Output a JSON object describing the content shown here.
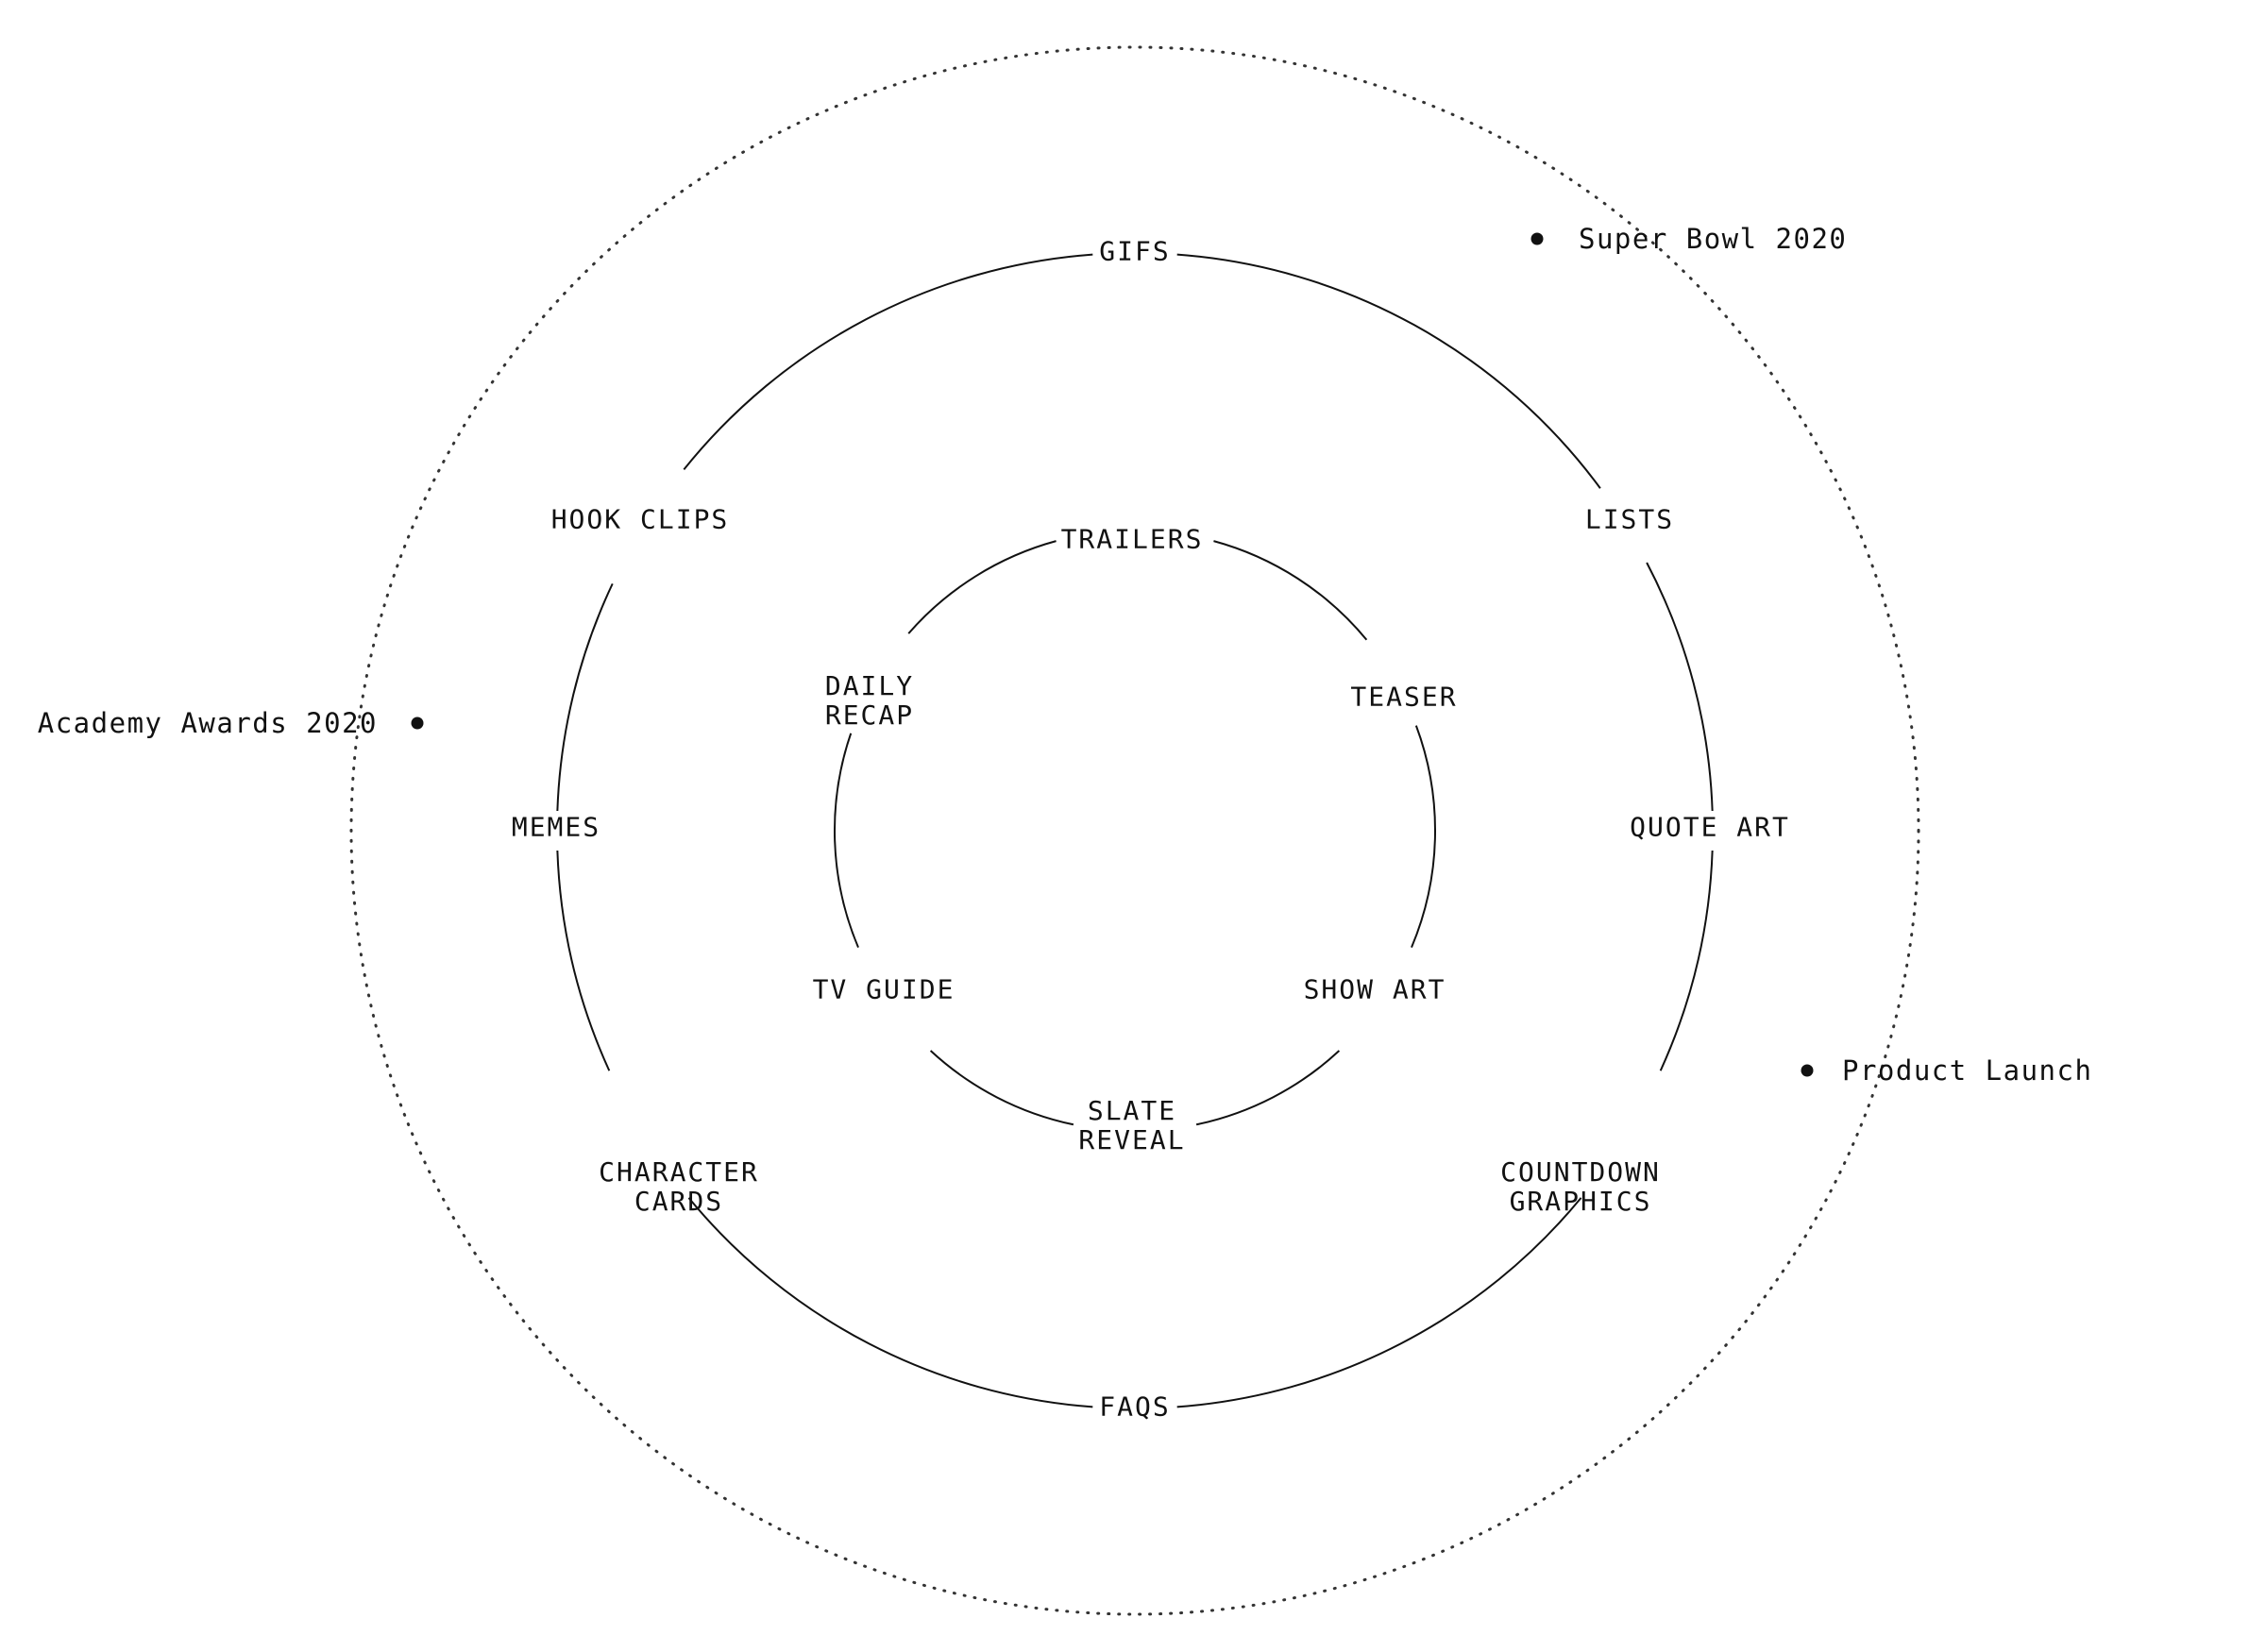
{
  "outer_ring": {
    "style": "dotted"
  },
  "events": [
    {
      "id": "super-bowl",
      "label": "Super Bowl 2020"
    },
    {
      "id": "academy-awards",
      "label": "Academy Awards 2020"
    },
    {
      "id": "product-launch",
      "label": "Product Launch"
    }
  ],
  "middle_ring": {
    "items": [
      {
        "id": "gifs",
        "lines": [
          "GIFS"
        ]
      },
      {
        "id": "lists",
        "lines": [
          "LISTS"
        ]
      },
      {
        "id": "quote-art",
        "lines": [
          "QUOTE ART"
        ]
      },
      {
        "id": "countdown-graphics",
        "lines": [
          "COUNTDOWN",
          "GRAPHICS"
        ]
      },
      {
        "id": "faqs",
        "lines": [
          "FAQS"
        ]
      },
      {
        "id": "character-cards",
        "lines": [
          "CHARACTER",
          "CARDS"
        ]
      },
      {
        "id": "memes",
        "lines": [
          "MEMES"
        ]
      },
      {
        "id": "hook-clips",
        "lines": [
          "HOOK CLIPS"
        ]
      }
    ]
  },
  "inner_ring": {
    "items": [
      {
        "id": "trailers",
        "lines": [
          "TRAILERS"
        ]
      },
      {
        "id": "teaser",
        "lines": [
          "TEASER"
        ]
      },
      {
        "id": "show-art",
        "lines": [
          "SHOW ART"
        ]
      },
      {
        "id": "slate-reveal",
        "lines": [
          "SLATE",
          "REVEAL"
        ]
      },
      {
        "id": "tv-guide",
        "lines": [
          "TV GUIDE"
        ]
      },
      {
        "id": "daily-recap",
        "lines": [
          "DAILY",
          "RECAP"
        ]
      }
    ]
  },
  "colors": {
    "stroke": "#111111",
    "background": "#ffffff"
  }
}
